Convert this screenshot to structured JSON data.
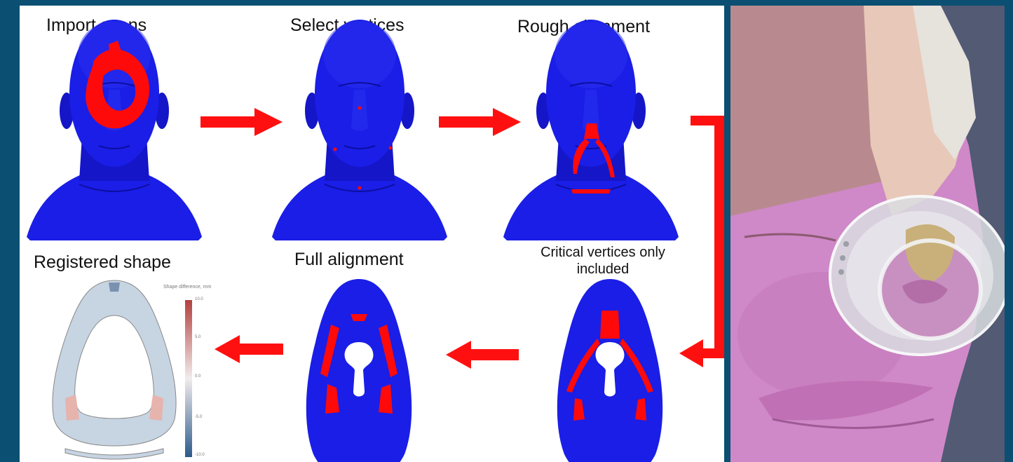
{
  "steps": {
    "import_scans": "Import scans",
    "select_vertices": "Select vertices",
    "rough_alignment": "Rough alignment",
    "critical_vertices_line1": "Critical vertices only",
    "critical_vertices_line2": "included",
    "full_alignment": "Full alignment",
    "registered_shape": "Registered shape"
  },
  "colorbar": {
    "title": "Shape difference, mm",
    "ticks": [
      "10.0",
      "5.0",
      "0.0",
      "-5.0",
      "-10.0"
    ]
  },
  "colors": {
    "scan_blue": "#1a1ee6",
    "highlight_red": "#ff0a0a",
    "arrow_red": "#ff1010",
    "frame": "#0b4f72",
    "skin_pink": "#d184c4",
    "mask_grey": "#d9dde0"
  }
}
